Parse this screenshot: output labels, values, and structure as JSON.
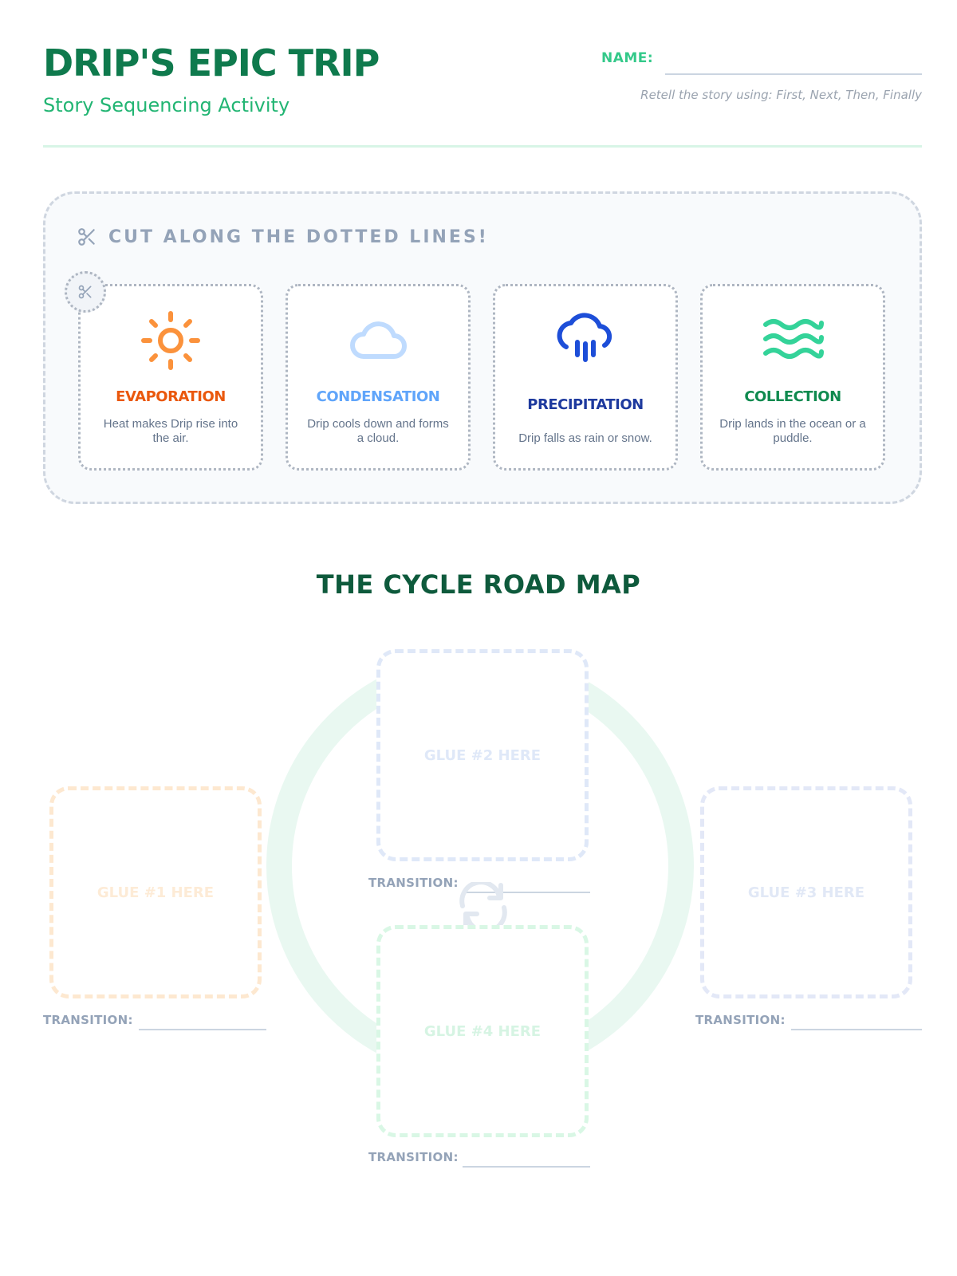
{
  "header": {
    "title": "DRIP'S EPIC TRIP",
    "subtitle": "Story Sequencing Activity",
    "name_label": "NAME:",
    "hint": "Retell the story using: First, Next, Then, Finally"
  },
  "cut_section": {
    "heading": "CUT ALONG THE DOTTED LINES!",
    "heading_icon": "scissors-icon",
    "cards": [
      {
        "name": "EVAPORATION",
        "description": "Heat makes Drip rise into the air.",
        "icon": "sun-icon",
        "color": "#ea580c",
        "icon_color": "#fb923c"
      },
      {
        "name": "CONDENSATION",
        "description": "Drip cools down and forms a cloud.",
        "icon": "cloud-icon",
        "color": "#60a5fa",
        "icon_color": "#bfdbfe"
      },
      {
        "name": "PRECIPITATION",
        "description": "Drip falls as rain or snow.",
        "icon": "rain-cloud-icon",
        "color": "#1e3a9e",
        "icon_color": "#1d4ed8"
      },
      {
        "name": "COLLECTION",
        "description": "Drip lands in the ocean or a puddle.",
        "icon": "waves-icon",
        "color": "#0f8a4f",
        "icon_color": "#34d399"
      }
    ]
  },
  "road_map": {
    "title": "THE CYCLE ROAD MAP",
    "glue_boxes": [
      {
        "label": "GLUE #1 HERE"
      },
      {
        "label": "GLUE #2 HERE"
      },
      {
        "label": "GLUE #3 HERE"
      },
      {
        "label": "GLUE #4 HERE"
      }
    ],
    "transition_label": "TRANSITION:",
    "center_icon": "refresh-icon"
  }
}
